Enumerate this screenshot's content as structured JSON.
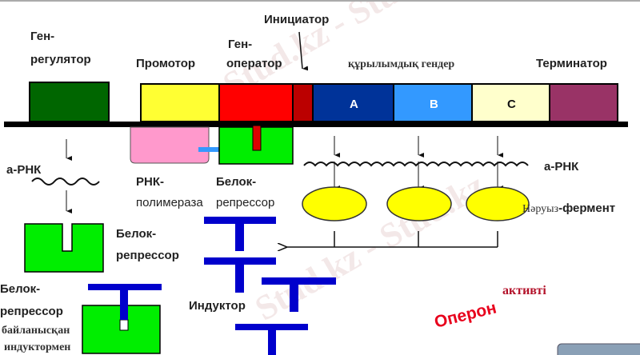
{
  "labels": {
    "gen_regulator_1": "Ген-",
    "gen_regulator_2": "регулятор",
    "promoter": "Промотор",
    "gen_operator_1": "Ген-",
    "gen_operator_2": "оператор",
    "initiator": "Инициатор",
    "structural_genes": "құрылымдық гендер",
    "terminator": "Терминатор",
    "gene_a": "A",
    "gene_b": "B",
    "gene_c": "C",
    "mrna_left": "а-РНК",
    "mrna_right": "а-РНК",
    "rna_polymerase_1": "РНК-",
    "rna_polymerase_2": "полимераза",
    "repressor_top_1": "Белок-",
    "repressor_top_2": "репрессор",
    "repressor_mid_1": "Белок-",
    "repressor_mid_2": "репрессор",
    "repressor_bottom_1": "Белок-",
    "repressor_bottom_2": "репрессор",
    "bound_1": "байланысқан",
    "bound_2": "индуктормен",
    "inductor": "Индуктор",
    "protein_enzyme_1": "Нәруыз",
    "protein_enzyme_2": "-фермент",
    "operon": "Оперон",
    "active": "активті",
    "watermark": "Stud.kz - Stud.kz"
  },
  "colors": {
    "regulator": "#006600",
    "promoter": "#ffff33",
    "operator": "#ff0000",
    "initiator": "#bb0000",
    "gene_a": "#003399",
    "gene_b": "#3399ff",
    "gene_c": "#ffffcc",
    "terminator": "#993366",
    "polymerase": "#ff99cc",
    "repressor": "#00ee00",
    "inductor": "#0000cc",
    "enzyme": "#ffff00",
    "operon_text": "#e8001c"
  }
}
